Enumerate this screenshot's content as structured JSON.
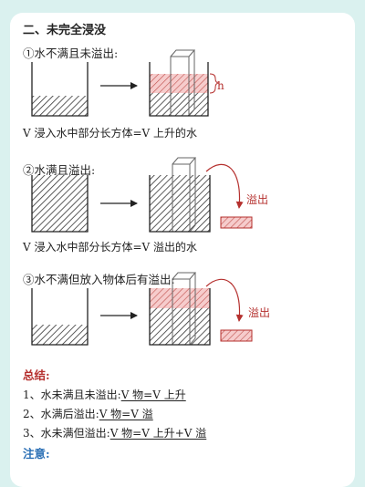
{
  "section_title": "二、未完全浸没",
  "cases": [
    {
      "heading": "①水不满且未溢出:",
      "formula": "V 浸入水中部分长方体=V 上升的水",
      "height_label": "h"
    },
    {
      "heading": "②水满且溢出:",
      "formula": "V 浸入水中部分长方体=V 溢出的水",
      "overflow_label": "溢出"
    },
    {
      "heading": "③水不满但放入物体后有溢出:",
      "overflow_label": "溢出"
    }
  ],
  "summary": {
    "title": "总结:",
    "items": [
      {
        "prefix": "1、水未满且未溢出:",
        "formula": "V 物=V 上升"
      },
      {
        "prefix": "2、水满后溢出:",
        "formula": "V 物=V 溢"
      },
      {
        "prefix": "3、水未满但溢出:",
        "formula": "V 物=V 上升+V 溢"
      }
    ]
  },
  "note_title": "注意:",
  "colors": {
    "red": "#b5302e",
    "blue": "#2a6fb5",
    "hatch_red_fill": "#f6cccc"
  }
}
